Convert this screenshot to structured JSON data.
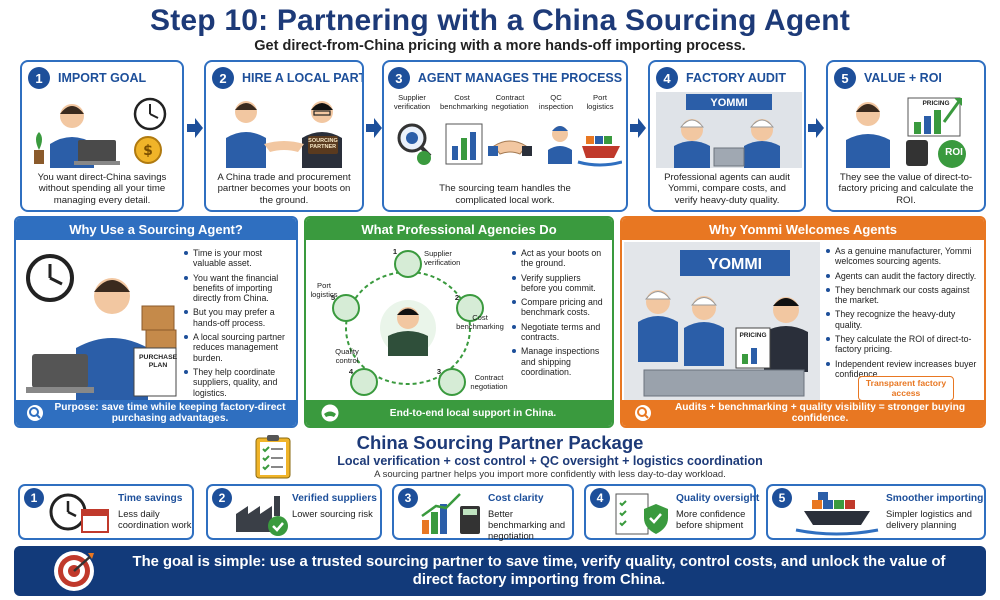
{
  "title": "Step 10: Partnering with a China Sourcing Agent",
  "subtitle": "Get direct-from-China pricing with a more hands-off importing process.",
  "steps": [
    {
      "num": "1",
      "title": "IMPORT GOAL",
      "desc": "You want direct-China savings without spending all your time managing every detail."
    },
    {
      "num": "2",
      "title": "HIRE A LOCAL PARTNER",
      "desc": "A China trade and procurement partner becomes your boots on the ground.",
      "badge": "SOURCING PARTNER"
    },
    {
      "num": "3",
      "title": "AGENT MANAGES THE PROCESS",
      "desc": "The sourcing team handles the complicated local work.",
      "tasks": [
        "Supplier verification",
        "Cost benchmarking",
        "Contract negotiation",
        "QC inspection",
        "Port logistics"
      ]
    },
    {
      "num": "4",
      "title": "FACTORY AUDIT",
      "desc": "Professional agents can audit Yommi, compare costs, and verify heavy-duty quality.",
      "sign": "YOMMI"
    },
    {
      "num": "5",
      "title": "VALUE + ROI",
      "desc": "They see the value of direct-to-factory pricing and calculate the ROI.",
      "chart_label": "PRICING",
      "roi_label": "ROI"
    }
  ],
  "why_agent": {
    "title": "Why Use a Sourcing Agent?",
    "plan_label": "PURCHASE PLAN",
    "bullets": [
      "Time is your most valuable asset.",
      "You want the financial benefits of importing directly from China.",
      "But you may prefer a hands-off process.",
      "A local sourcing partner reduces management burden.",
      "They help coordinate suppliers, quality, and logistics."
    ],
    "footer": "Purpose: save time while keeping factory-direct purchasing advantages."
  },
  "agencies": {
    "title": "What Professional Agencies Do",
    "cycle": [
      {
        "num": "1",
        "label": "Supplier verification"
      },
      {
        "num": "2",
        "label": "Cost benchmarking"
      },
      {
        "num": "3",
        "label": "Contract negotiation"
      },
      {
        "num": "4",
        "label": "Quality control"
      },
      {
        "num": "5",
        "label": "Port logistics"
      }
    ],
    "bullets": [
      "Act as your boots on the ground.",
      "Verify suppliers before you commit.",
      "Compare pricing and benchmark costs.",
      "Negotiate terms and contracts.",
      "Manage inspections and shipping coordination."
    ],
    "footer": "End-to-end local support in China."
  },
  "yommi": {
    "title": "Why Yommi Welcomes Agents",
    "sign": "YOMMI",
    "pricing_label": "PRICING",
    "badge": "Transparent factory access",
    "bullets": [
      "As a genuine manufacturer, Yommi welcomes sourcing agents.",
      "Agents can audit the factory directly.",
      "They benchmark our costs against the market.",
      "They recognize the heavy-duty quality.",
      "They calculate the ROI of direct-to-factory pricing.",
      "Independent review increases buyer confidence."
    ],
    "footer": "Audits + benchmarking + quality visibility = stronger buying confidence."
  },
  "package": {
    "title": "China Sourcing Partner Package",
    "subtitle": "Local verification + cost control + QC oversight + logistics coordination",
    "note": "A sourcing partner helps you import more confidently with less day-to-day workload."
  },
  "benefits": [
    {
      "num": "1",
      "title": "Time savings",
      "desc": "Less daily coordination work"
    },
    {
      "num": "2",
      "title": "Verified suppliers",
      "desc": "Lower sourcing risk"
    },
    {
      "num": "3",
      "title": "Cost clarity",
      "desc": "Better benchmarking and negotiation"
    },
    {
      "num": "4",
      "title": "Quality oversight",
      "desc": "More confidence before shipment"
    },
    {
      "num": "5",
      "title": "Smoother importing",
      "desc": "Simpler logistics and delivery planning"
    }
  ],
  "goal": "The goal is simple: use a trusted sourcing partner to save time, verify quality, control costs, and unlock the value of direct factory importing from China.",
  "colors": {
    "navy": "#1d3a78",
    "blue": "#2f6fc0",
    "green": "#3a9a3e",
    "orange": "#e87722",
    "goal_bar": "#123a7a"
  }
}
